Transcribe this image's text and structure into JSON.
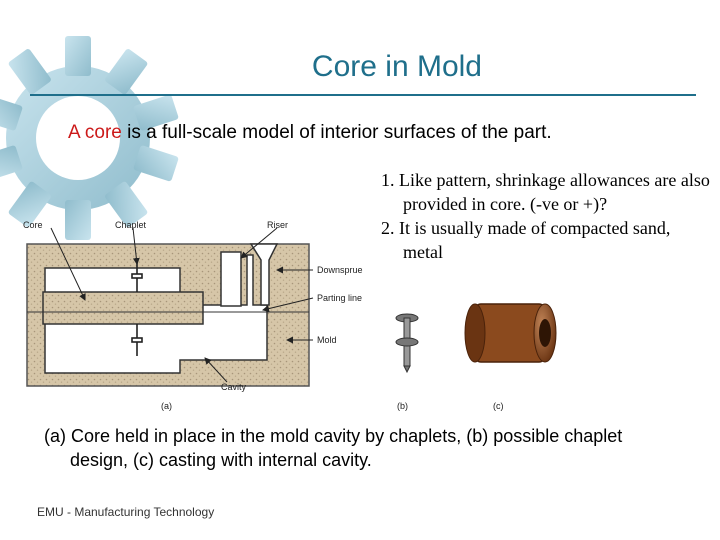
{
  "slide": {
    "title": "Core in Mold",
    "intro": {
      "keyword": "A core",
      "rest": " is a full-scale model of interior surfaces of the part."
    },
    "notes": [
      "1. Like pattern, shrinkage allowances are also provided in core. (-ve or +)?",
      "2. It is usually made of compacted sand, metal"
    ],
    "figure": {
      "labels": {
        "core": "Core",
        "chaplet": "Chaplet",
        "riser": "Riser",
        "downsprue": "Downsprue",
        "parting_line": "Parting line",
        "mold": "Mold",
        "cavity": "Cavity",
        "a": "(a)",
        "b": "(b)",
        "c": "(c)"
      }
    },
    "caption": {
      "line1": "(a) Core held in place in the mold cavity by chaplets, (b) possible chaplet",
      "line2": "design, (c) casting with internal cavity."
    },
    "footer": "EMU - Manufacturing Technology"
  },
  "colors": {
    "title": "#1f6f8b",
    "keyword": "#cc1a1a",
    "sand": "#d6c6a8",
    "casting": "#8b4a1e"
  },
  "icons": [
    "gear-icon"
  ]
}
